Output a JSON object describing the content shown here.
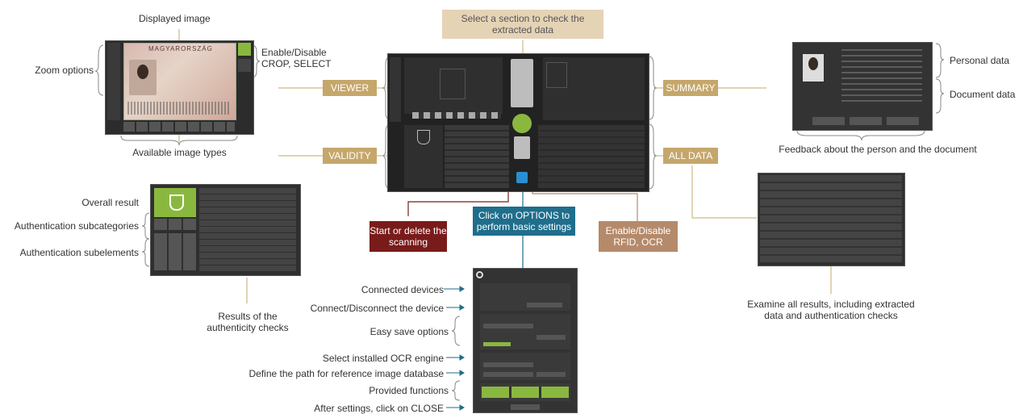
{
  "header": {
    "select_section": "Select a section to check the extracted data"
  },
  "sections": {
    "viewer": "VIEWER",
    "validity": "VALIDITY",
    "summary": "SUMMARY",
    "all_data": "ALL DATA"
  },
  "viewer_callouts": {
    "displayed_image": "Displayed image",
    "zoom_options": "Zoom options",
    "enable_crop": "Enable/Disable CROP, SELECT",
    "image_types": "Available image types",
    "passport_header": "MAGYARORSZÁG"
  },
  "summary_callouts": {
    "personal": "Personal data",
    "document": "Document data",
    "feedback": "Feedback about the person and the document"
  },
  "validity_callouts": {
    "overall": "Overall result",
    "subcategories": "Authentication subcategories",
    "subelements": "Authentication subelements",
    "results": "Results of the authenticity checks"
  },
  "all_data_callouts": {
    "examine": "Examine all results, including extracted data and authentication checks"
  },
  "actions": {
    "start_delete": "Start or delete the scanning",
    "options": "Click on OPTIONS to perform basic settings",
    "rfid_ocr": "Enable/Disable RFID, OCR"
  },
  "options_callouts": [
    "Connected devices",
    "Connect/Disconnect the device",
    "Easy save options",
    "Select installed OCR engine",
    "Define the path for reference image database",
    "Provided functions",
    "After settings, click on CLOSE"
  ],
  "colors": {
    "gold": "#c5a76b",
    "beige": "#e5d3b6",
    "maroon": "#7a1b1b",
    "teal": "#1f6e8c",
    "tan": "#b58a6a",
    "green": "#8ab83f",
    "dark": "#2c2c2c"
  }
}
